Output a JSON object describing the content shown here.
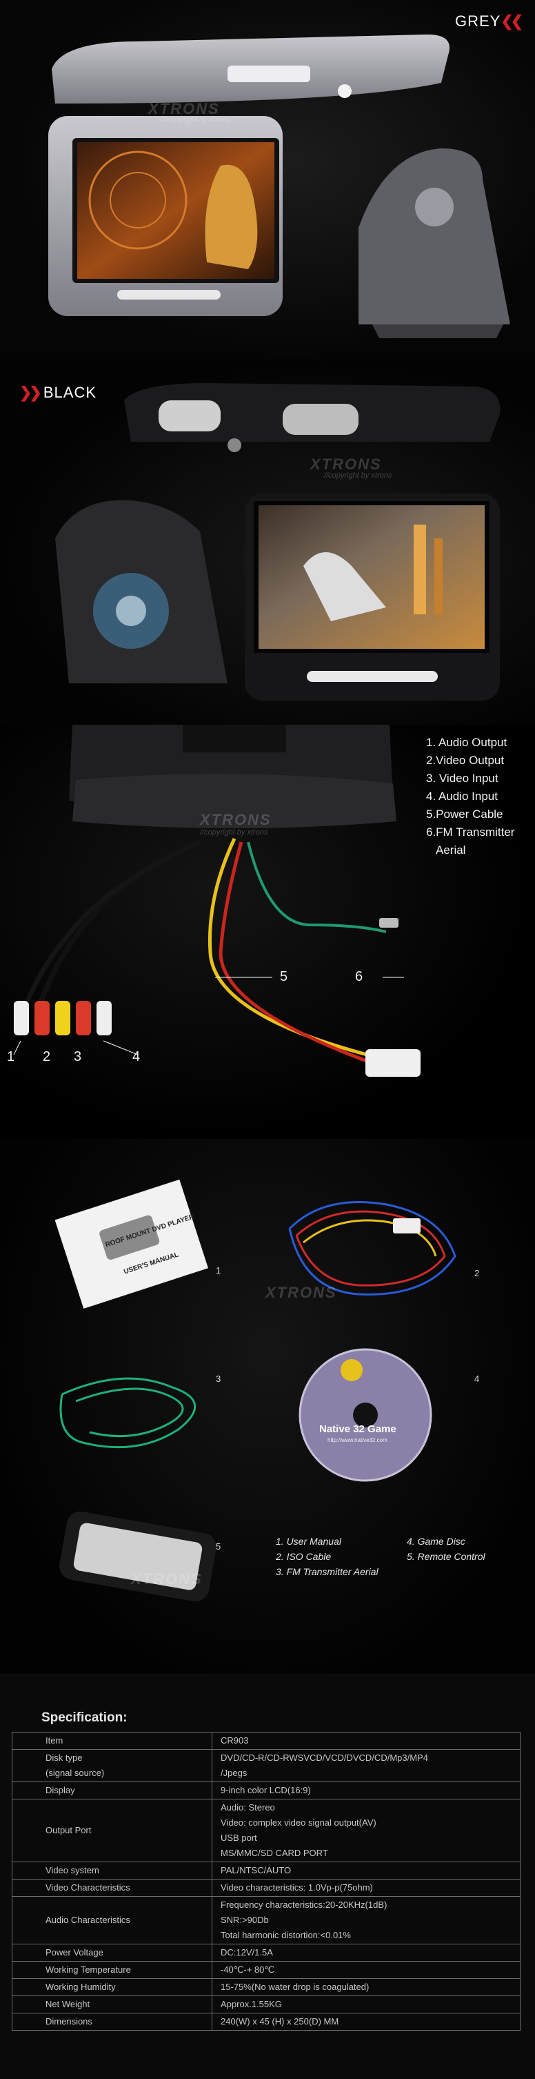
{
  "panel_grey": {
    "color_label": "GREY",
    "chevron": "❮❮",
    "brand": "XTRONS",
    "copyright": "//copyright by xtrons"
  },
  "panel_black": {
    "color_label": "BLACK",
    "chevron": "❯❯",
    "brand": "XTRONS",
    "copyright": "//copyright by xtrons"
  },
  "panel_ports": {
    "brand": "XTRONS",
    "copyright": "//copyright by xtrons",
    "legend": [
      "1. Audio Output",
      "2.Video Output",
      "3. Video Input",
      "4. Audio Input",
      "5.Power Cable",
      "6.FM Transmitter",
      "Aerial"
    ],
    "callouts": [
      "1",
      "2",
      "3",
      "4",
      "5",
      "6"
    ]
  },
  "panel_accessories": {
    "brand": "XTRONS",
    "manual_title": "ROOF MOUNT DVD PLAYER",
    "manual_subtitle": "USER'S MANUAL",
    "disc_text": "Native 32 Game",
    "disc_url": "http://www.native32.com",
    "item_numbers": [
      "1",
      "2",
      "3",
      "4",
      "5"
    ],
    "legend_left": [
      "1. User Manual",
      "2. ISO Cable",
      "3. FM Transmitter Aerial"
    ],
    "legend_right": [
      "4. Game Disc",
      "5. Remote Control"
    ]
  },
  "specification": {
    "title": "Specification:",
    "rows": [
      {
        "key": [
          "Item"
        ],
        "value": [
          "CR903"
        ]
      },
      {
        "key": [
          "Disk type",
          "(signal source)"
        ],
        "value": [
          "DVD/CD-R/CD-RWSVCD/VCD/DVCD/CD/Mp3/MP4",
          "/Jpegs"
        ]
      },
      {
        "key": [
          "Display"
        ],
        "value": [
          "9-inch color LCD(16:9)"
        ]
      },
      {
        "key": [
          "Output Port"
        ],
        "value": [
          "Audio: Stereo",
          "Video: complex video signal output(AV)",
          "USB port",
          "MS/MMC/SD CARD PORT"
        ]
      },
      {
        "key": [
          "Video system"
        ],
        "value": [
          "PAL/NTSC/AUTO"
        ]
      },
      {
        "key": [
          "Video Characteristics"
        ],
        "value": [
          "Video characteristics: 1.0Vp-p(75ohm)"
        ]
      },
      {
        "key": [
          "Audio Characteristics"
        ],
        "value": [
          "Frequency characteristics:20-20KHz(1dB)",
          "SNR:>90Db",
          "Total harmonic distortion:<0.01%"
        ]
      },
      {
        "key": [
          "Power Voltage"
        ],
        "value": [
          "DC:12V/1.5A"
        ]
      },
      {
        "key": [
          "Working Temperature"
        ],
        "value": [
          "-40℃-+ 80℃"
        ]
      },
      {
        "key": [
          "Working Humidity"
        ],
        "value": [
          "15-75%(No water drop is coagulated)"
        ]
      },
      {
        "key": [
          "Net Weight"
        ],
        "value": [
          "Approx.1.55KG"
        ]
      },
      {
        "key": [
          "Dimensions"
        ],
        "value": [
          "240(W) x 45 (H) x 250(D) MM"
        ]
      }
    ]
  }
}
